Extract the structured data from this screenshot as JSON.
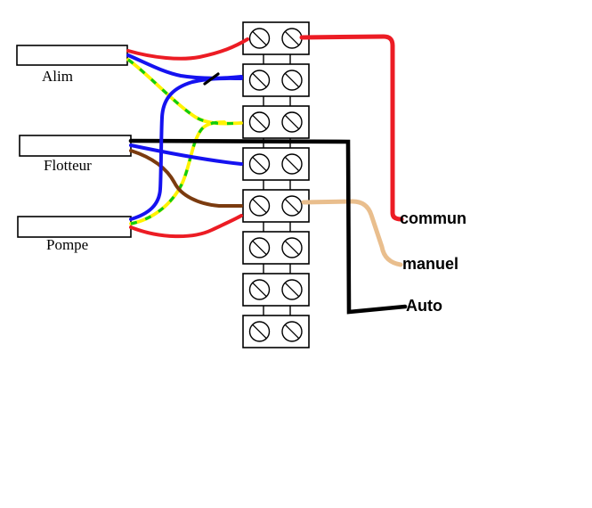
{
  "colors": {
    "red": "#EC1C24",
    "blue": "#1512F0",
    "yellow": "#FFF200",
    "green": "#10CC10",
    "brown": "#7B3B0F",
    "beige": "#E9BE8D",
    "black": "#000000",
    "outline": "#000000",
    "box_fill": "#FFFFFF"
  },
  "devices": [
    {
      "id": "alim",
      "label": "Alim"
    },
    {
      "id": "flotteur",
      "label": "Flotteur"
    },
    {
      "id": "pompe",
      "label": "Pompe"
    }
  ],
  "terminal_strip": {
    "count": 8,
    "terminals_per_block": 2
  },
  "outputs": [
    {
      "id": "commun",
      "label": "commun",
      "wire_color": "red"
    },
    {
      "id": "manuel",
      "label": "manuel",
      "wire_color": "beige"
    },
    {
      "id": "auto",
      "label": "Auto",
      "wire_color": "black"
    }
  ],
  "wires": [
    {
      "name": "alim-live",
      "color": "red",
      "from": "Alim",
      "to": "terminal-1"
    },
    {
      "name": "alim-neutral",
      "color": "blue",
      "from": "Alim",
      "to": "terminal-2"
    },
    {
      "name": "alim-earth",
      "color": "yellow-green",
      "from": "Alim",
      "to": "terminal-3"
    },
    {
      "name": "flotteur-auto",
      "color": "black",
      "from": "Flotteur",
      "to": "Auto"
    },
    {
      "name": "flotteur-neutral",
      "color": "blue",
      "from": "Flotteur",
      "to": "terminal-4"
    },
    {
      "name": "flotteur-brown",
      "color": "brown",
      "from": "Flotteur",
      "to": "terminal-5"
    },
    {
      "name": "pompe-neutral",
      "color": "blue",
      "from": "Pompe",
      "to": "terminal-2"
    },
    {
      "name": "pompe-earth",
      "color": "yellow-green",
      "from": "Pompe",
      "to": "terminal-3"
    },
    {
      "name": "pompe-live",
      "color": "red",
      "from": "Pompe",
      "to": "terminal-5"
    },
    {
      "name": "commun-link",
      "color": "red",
      "from": "terminal-1",
      "to": "commun"
    },
    {
      "name": "manuel-link",
      "color": "beige",
      "from": "terminal-5",
      "to": "manuel"
    }
  ]
}
